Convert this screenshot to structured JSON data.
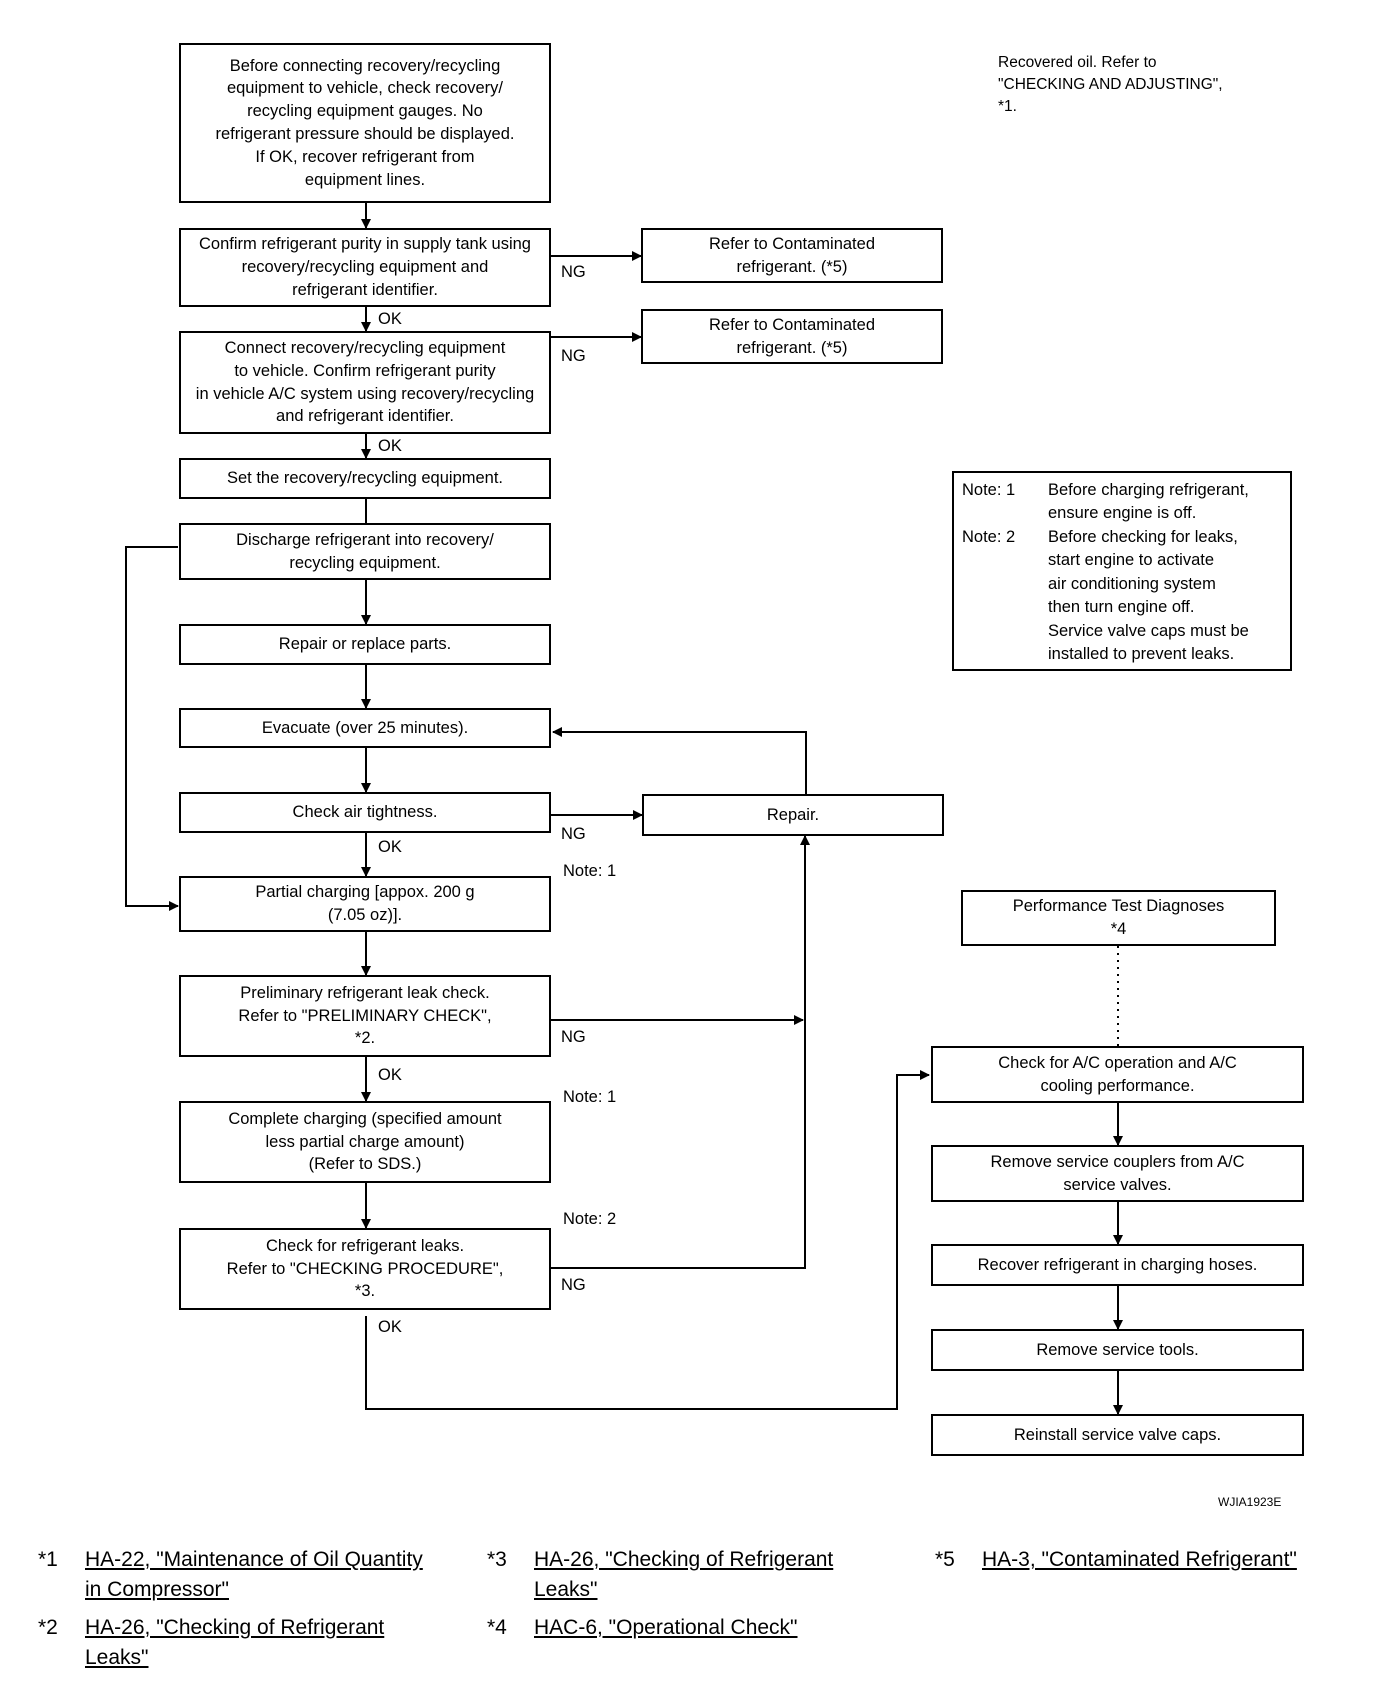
{
  "flow": {
    "b1": "Before connecting recovery/recycling\nequipment to vehicle, check recovery/\nrecycling equipment gauges. No\nrefrigerant pressure should be displayed.\nIf OK, recover refrigerant from\nequipment lines.",
    "b2": "Confirm refrigerant purity in supply tank using\nrecovery/recycling equipment and\nrefrigerant identifier.",
    "b3": "Connect recovery/recycling equipment\nto vehicle. Confirm refrigerant purity\nin vehicle A/C system using recovery/recycling\nand refrigerant identifier.",
    "b4": "Set the recovery/recycling equipment.",
    "b5": "Discharge refrigerant into recovery/\nrecycling equipment.",
    "b6": "Repair or replace parts.",
    "b7": "Evacuate (over 25 minutes).",
    "b8": "Check air tightness.",
    "b9": "Partial charging [appox. 200 g\n(7.05 oz)].",
    "b10": "Preliminary refrigerant leak check.\nRefer to \"PRELIMINARY CHECK\",\n*2.",
    "b11": "Complete charging (specified amount\nless partial charge amount)\n(Refer to SDS.)",
    "b12": "Check for refrigerant leaks.\nRefer to \"CHECKING PROCEDURE\",\n*3.",
    "c1": "Refer to Contaminated\nrefrigerant. (*5)",
    "c2": "Refer to Contaminated\nrefrigerant. (*5)",
    "repair": "Repair.",
    "perf": "Performance Test Diagnoses\n*4",
    "r1": "Check for A/C operation and A/C\ncooling performance.",
    "r2": "Remove service couplers from A/C\nservice valves.",
    "r3": "Recover refrigerant in charging hoses.",
    "r4": "Remove service tools.",
    "r5": "Reinstall service valve caps.",
    "ok": "OK",
    "ng": "NG",
    "note1": "Note: 1",
    "note2": "Note: 2"
  },
  "top_note": "Recovered oil. Refer to\n\"CHECKING AND ADJUSTING\",\n*1.",
  "notes_box": [
    {
      "label": "Note: 1",
      "lines": [
        "Before charging refrigerant,",
        "ensure engine is off."
      ]
    },
    {
      "label": "Note: 2",
      "lines": [
        "Before checking for leaks,",
        "start engine to activate",
        "air conditioning system",
        "then turn engine off.",
        "Service valve caps must be",
        "installed to prevent leaks."
      ]
    }
  ],
  "figure_code": "WJIA1923E",
  "references": [
    {
      "mark": "*1",
      "text": "HA-22, \"Maintenance of Oil Quantity\nin Compressor\""
    },
    {
      "mark": "*2",
      "text": "HA-26, \"Checking of Refrigerant\nLeaks\""
    },
    {
      "mark": "*3",
      "text": "HA-26, \"Checking of Refrigerant\nLeaks\""
    },
    {
      "mark": "*4",
      "text": "HAC-6, \"Operational Check\""
    },
    {
      "mark": "*5",
      "text": "HA-3, \"Contaminated Refrigerant\""
    }
  ]
}
